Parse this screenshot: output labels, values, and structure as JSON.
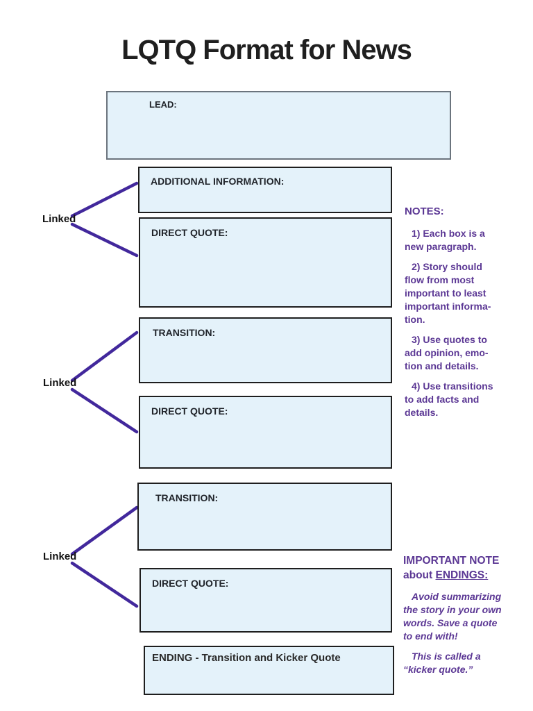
{
  "title": "LQTQ Format for News",
  "colors": {
    "box_fill": "#e4f2fa",
    "box_border": "#1e1e1e",
    "lead_box_border": "#6b747d",
    "connector_line": "#42289c",
    "note_text": "#5b3794"
  },
  "boxes": [
    {
      "id": "lead",
      "label": "LEAD:"
    },
    {
      "id": "additional-information",
      "label": "ADDITIONAL INFORMATION:"
    },
    {
      "id": "direct-quote-1",
      "label": "DIRECT QUOTE:"
    },
    {
      "id": "transition-1",
      "label": "TRANSITION:"
    },
    {
      "id": "direct-quote-2",
      "label": "DIRECT QUOTE:"
    },
    {
      "id": "transition-2",
      "label": "TRANSITION:"
    },
    {
      "id": "direct-quote-3",
      "label": "DIRECT QUOTE:"
    },
    {
      "id": "ending",
      "label": "ENDING - Transition and Kicker Quote"
    }
  ],
  "linked_labels": [
    "Linked",
    "Linked",
    "Linked"
  ],
  "notes": {
    "heading": "NOTES:",
    "items": [
      "1) Each box is a\nnew paragraph.",
      "2) Story should\nflow from most\nimportant to least\nimportant informa-\ntion.",
      "3) Use quotes to\nadd opinion, emo-\ntion and details.",
      "4) Use transitions\nto add facts and\ndetails."
    ]
  },
  "important_note": {
    "heading_line1": "IMPORTANT NOTE",
    "heading_line2_prefix": "about ",
    "heading_line2_underlined": "ENDINGS:",
    "paragraphs": [
      "Avoid summarizing\nthe story in your own\nwords.  Save a quote\nto end with!",
      "This is called a\n“kicker quote.”"
    ]
  }
}
